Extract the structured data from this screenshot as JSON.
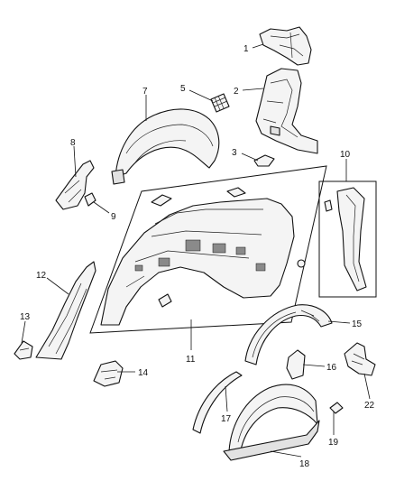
{
  "callouts": [
    {
      "id": "c1",
      "label": "1"
    },
    {
      "id": "c2",
      "label": "2"
    },
    {
      "id": "c3",
      "label": "3"
    },
    {
      "id": "c5",
      "label": "5"
    },
    {
      "id": "c7",
      "label": "7"
    },
    {
      "id": "c8",
      "label": "8"
    },
    {
      "id": "c9",
      "label": "9"
    },
    {
      "id": "c10",
      "label": "10"
    },
    {
      "id": "c11",
      "label": "11"
    },
    {
      "id": "c12",
      "label": "12"
    },
    {
      "id": "c13",
      "label": "13"
    },
    {
      "id": "c14",
      "label": "14"
    },
    {
      "id": "c15",
      "label": "15"
    },
    {
      "id": "c16",
      "label": "16"
    },
    {
      "id": "c17",
      "label": "17"
    },
    {
      "id": "c18",
      "label": "18"
    },
    {
      "id": "c19",
      "label": "19"
    },
    {
      "id": "c22",
      "label": "22"
    }
  ]
}
